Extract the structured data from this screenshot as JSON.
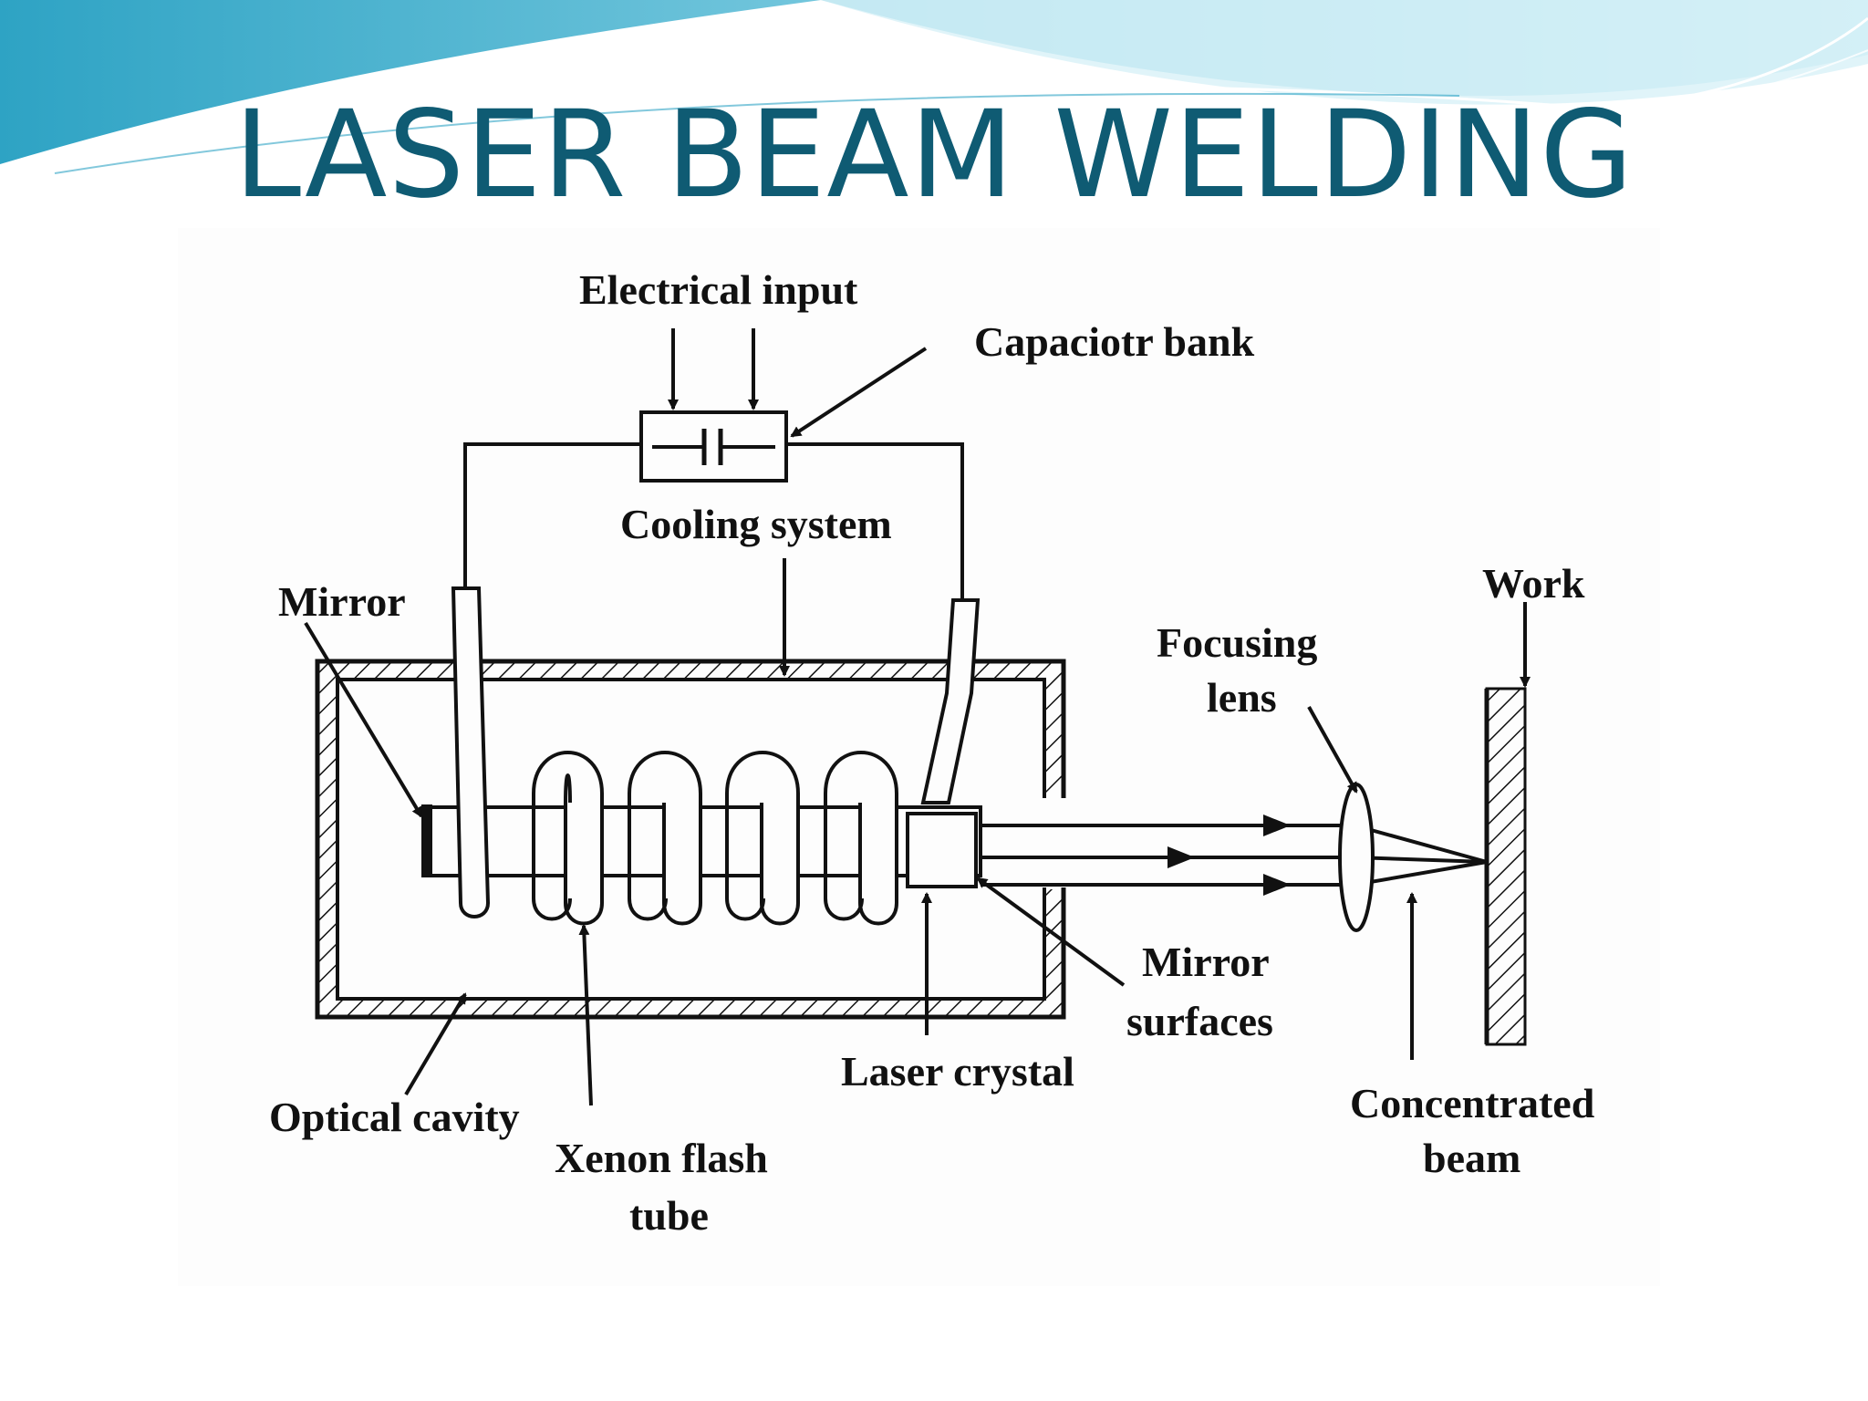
{
  "slide": {
    "title": "LASER BEAM WELDING"
  },
  "colors": {
    "title": "#0f5b73",
    "wave_light": "#bfe8f2",
    "wave_mid": "#7ccbe0",
    "wave_dark": "#2ea3c4",
    "ink": "#111111"
  },
  "diagram": {
    "labels": {
      "electrical_input": "Electrical input",
      "capacitor_bank": "Capaciotr bank",
      "cooling_system": "Cooling system",
      "mirror": "Mirror",
      "work": "Work",
      "focusing_lens_1": "Focusing",
      "focusing_lens_2": "lens",
      "mirror_surfaces_1": "Mirror",
      "mirror_surfaces_2": "surfaces",
      "laser_crystal": "Laser crystal",
      "optical_cavity": "Optical cavity",
      "xenon_1": "Xenon flash",
      "xenon_2": "tube",
      "concentrated_1": "Concentrated",
      "concentrated_2": "beam"
    }
  }
}
